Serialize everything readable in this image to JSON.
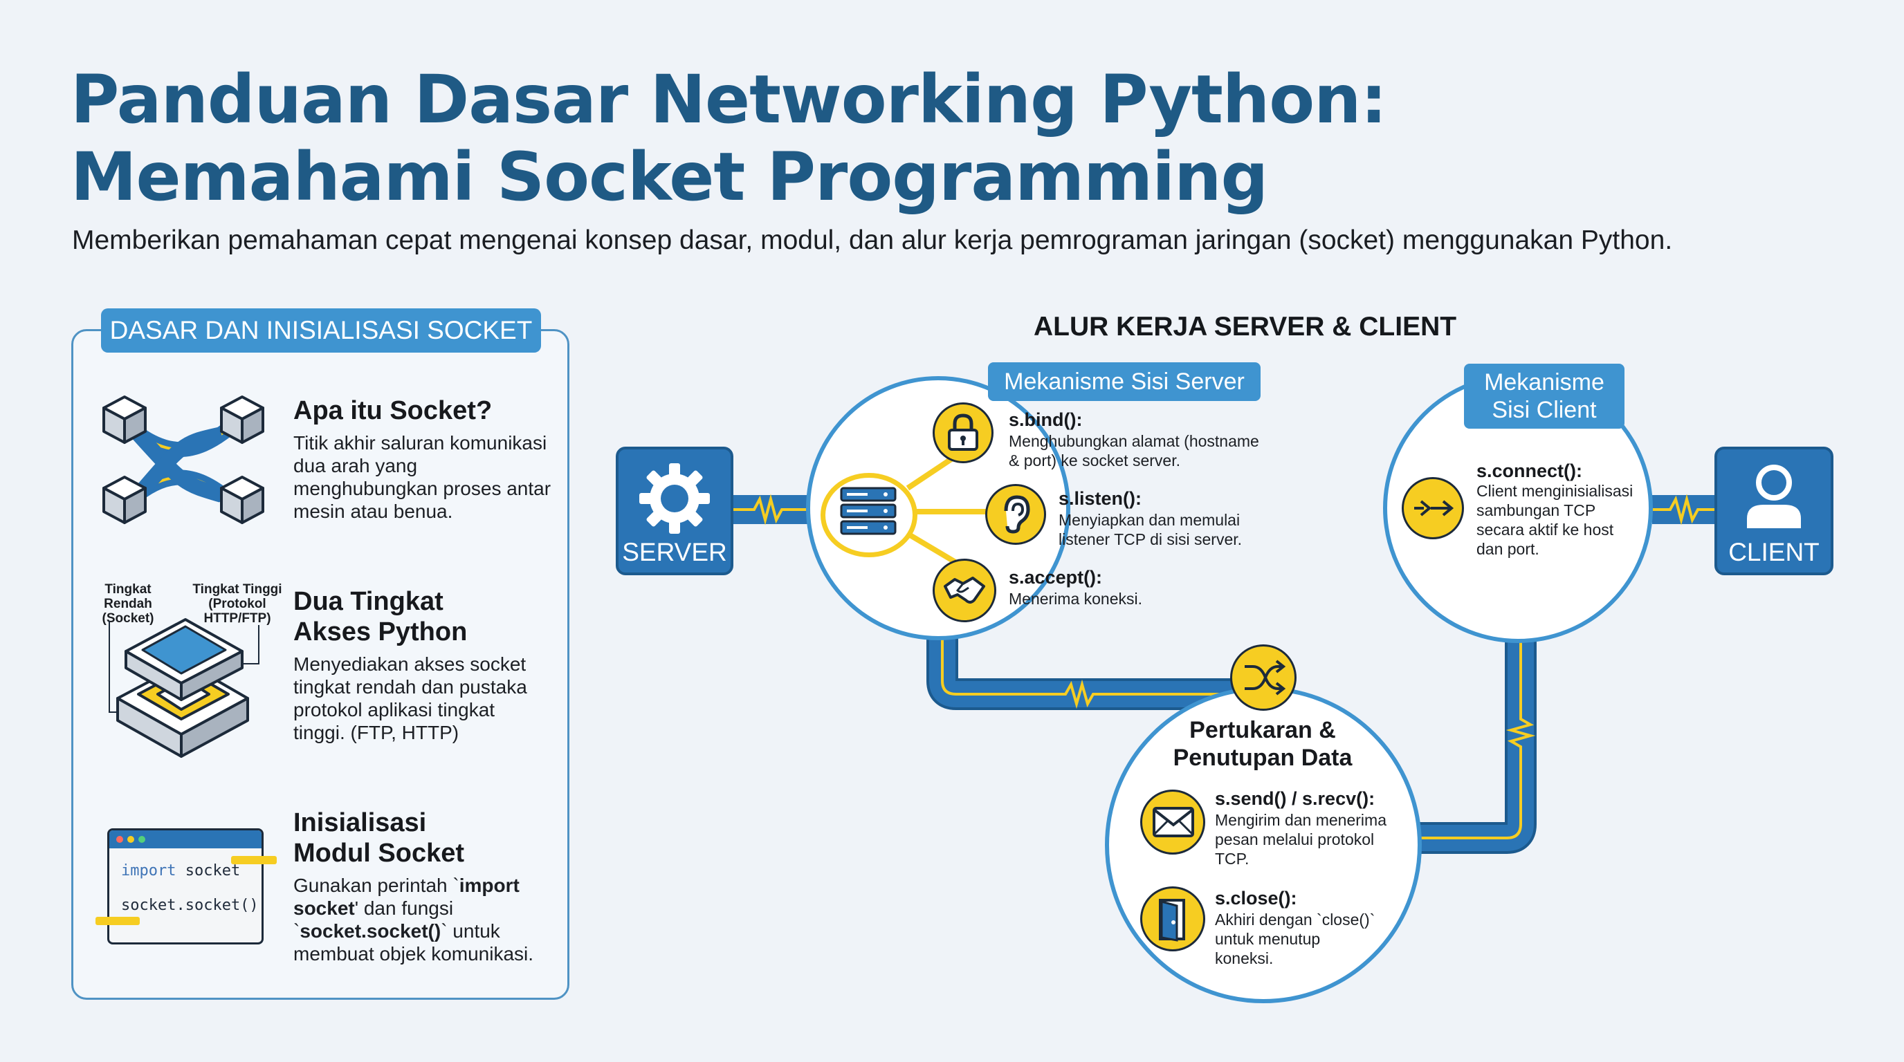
{
  "title_line1": "Panduan Dasar Networking Python:",
  "title_line2": "Memahami Socket Programming",
  "subtitle": "Memberikan pemahaman cepat mengenai konsep dasar, modul, dan alur kerja pemrograman jaringan (socket) menggunakan Python.",
  "left_panel": {
    "header": "DASAR DAN INISIALISASI SOCKET",
    "socket": {
      "title": "Apa itu Socket?",
      "text": "Titik akhir saluran komunikasi dua arah yang menghubungkan proses antar mesin atau benua."
    },
    "levels": {
      "title_line1": "Dua Tingkat",
      "title_line2": "Akses Python",
      "text": "Menyediakan akses socket tingkat rendah dan pustaka protokol aplikasi tingkat tinggi. (FTP, HTTP)",
      "label_low": [
        "Tingkat",
        "Rendah",
        "(Socket)"
      ],
      "label_high": [
        "Tingkat Tinggi",
        "(Protokol",
        "HTTP/FTP)"
      ]
    },
    "init": {
      "title_line1": "Inisialisasi",
      "title_line2": "Modul Socket",
      "text_parts": [
        "Gunakan perintah `",
        "import socket",
        "' dan fungsi `",
        "socket.socket()",
        "` untuk membuat objek komunikasi."
      ],
      "code_line1_keyword": "import",
      "code_line1_rest": " socket",
      "code_line2": "socket.socket()"
    }
  },
  "flow": {
    "title": "ALUR KERJA SERVER & CLIENT",
    "server_label": "SERVER",
    "client_label": "CLIENT",
    "server_side": {
      "label": "Mekanisme Sisi Server",
      "bind": {
        "name": "s.bind():",
        "desc": [
          "Menghubungkan alamat (hostname",
          "& port) ke socket server."
        ]
      },
      "listen": {
        "name": "s.listen():",
        "desc": [
          "Menyiapkan dan memulai",
          "listener TCP di sisi server."
        ]
      },
      "accept": {
        "name": "s.accept():",
        "desc": [
          "Menerima koneksi."
        ]
      }
    },
    "client_side": {
      "label_line1": "Mekanisme",
      "label_line2": "Sisi Client",
      "connect": {
        "name": "s.connect():",
        "desc": [
          "Client menginisialisasi",
          "sambungan TCP",
          "secara aktif ke host",
          "dan port."
        ]
      }
    },
    "exchange": {
      "title_line1": "Pertukaran &",
      "title_line2": "Penutupan Data",
      "send": {
        "name": "s.send() / s.recv():",
        "desc": [
          "Mengirim dan menerima",
          "pesan melalui protokol",
          "TCP."
        ]
      },
      "close": {
        "name": "s.close():",
        "desc": [
          "Akhiri dengan `close()`",
          "untuk menutup",
          "koneksi."
        ]
      }
    }
  },
  "colors": {
    "primary": "#1f5a85",
    "accent_blue": "#3f94d0",
    "node_blue": "#2a74b5",
    "yellow": "#f6cd22"
  },
  "icons": [
    "socket-network-icon",
    "layers-icon",
    "code-window-icon",
    "gear-icon",
    "server-rack-icon",
    "lock-icon",
    "ear-icon",
    "handshake-icon",
    "shuffle-icon",
    "envelope-icon",
    "door-icon",
    "arrow-icon",
    "user-icon"
  ]
}
